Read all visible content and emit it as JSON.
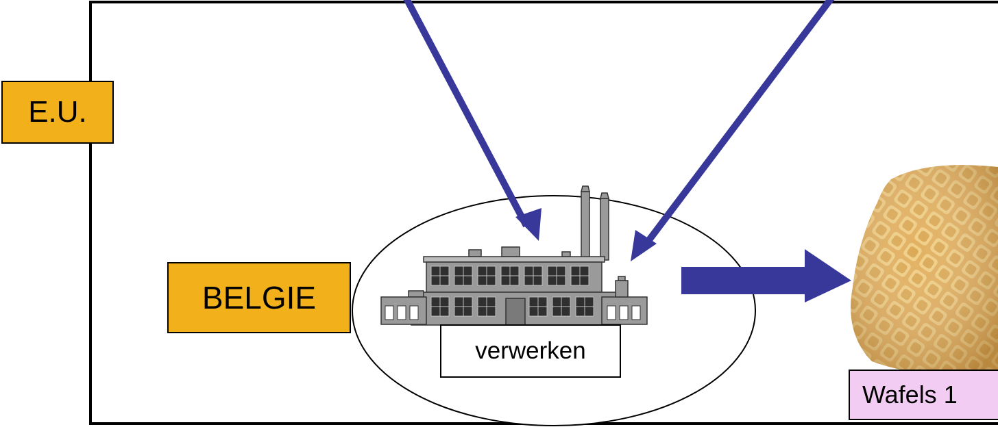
{
  "labels": {
    "eu": "E.U.",
    "belgie": "BELGIE",
    "verwerken": "verwerken",
    "wafels": "Wafels 1"
  },
  "colors": {
    "region_label_fill": "#F2B11B",
    "product_label_fill": "#F2CCF2",
    "arrow": "#38389A",
    "frame": "#000000",
    "factory_gray": "#9A9A9A",
    "waffle": "#D9A24A"
  },
  "icons": {
    "factory": "factory-icon",
    "waffle": "waffle-image"
  }
}
